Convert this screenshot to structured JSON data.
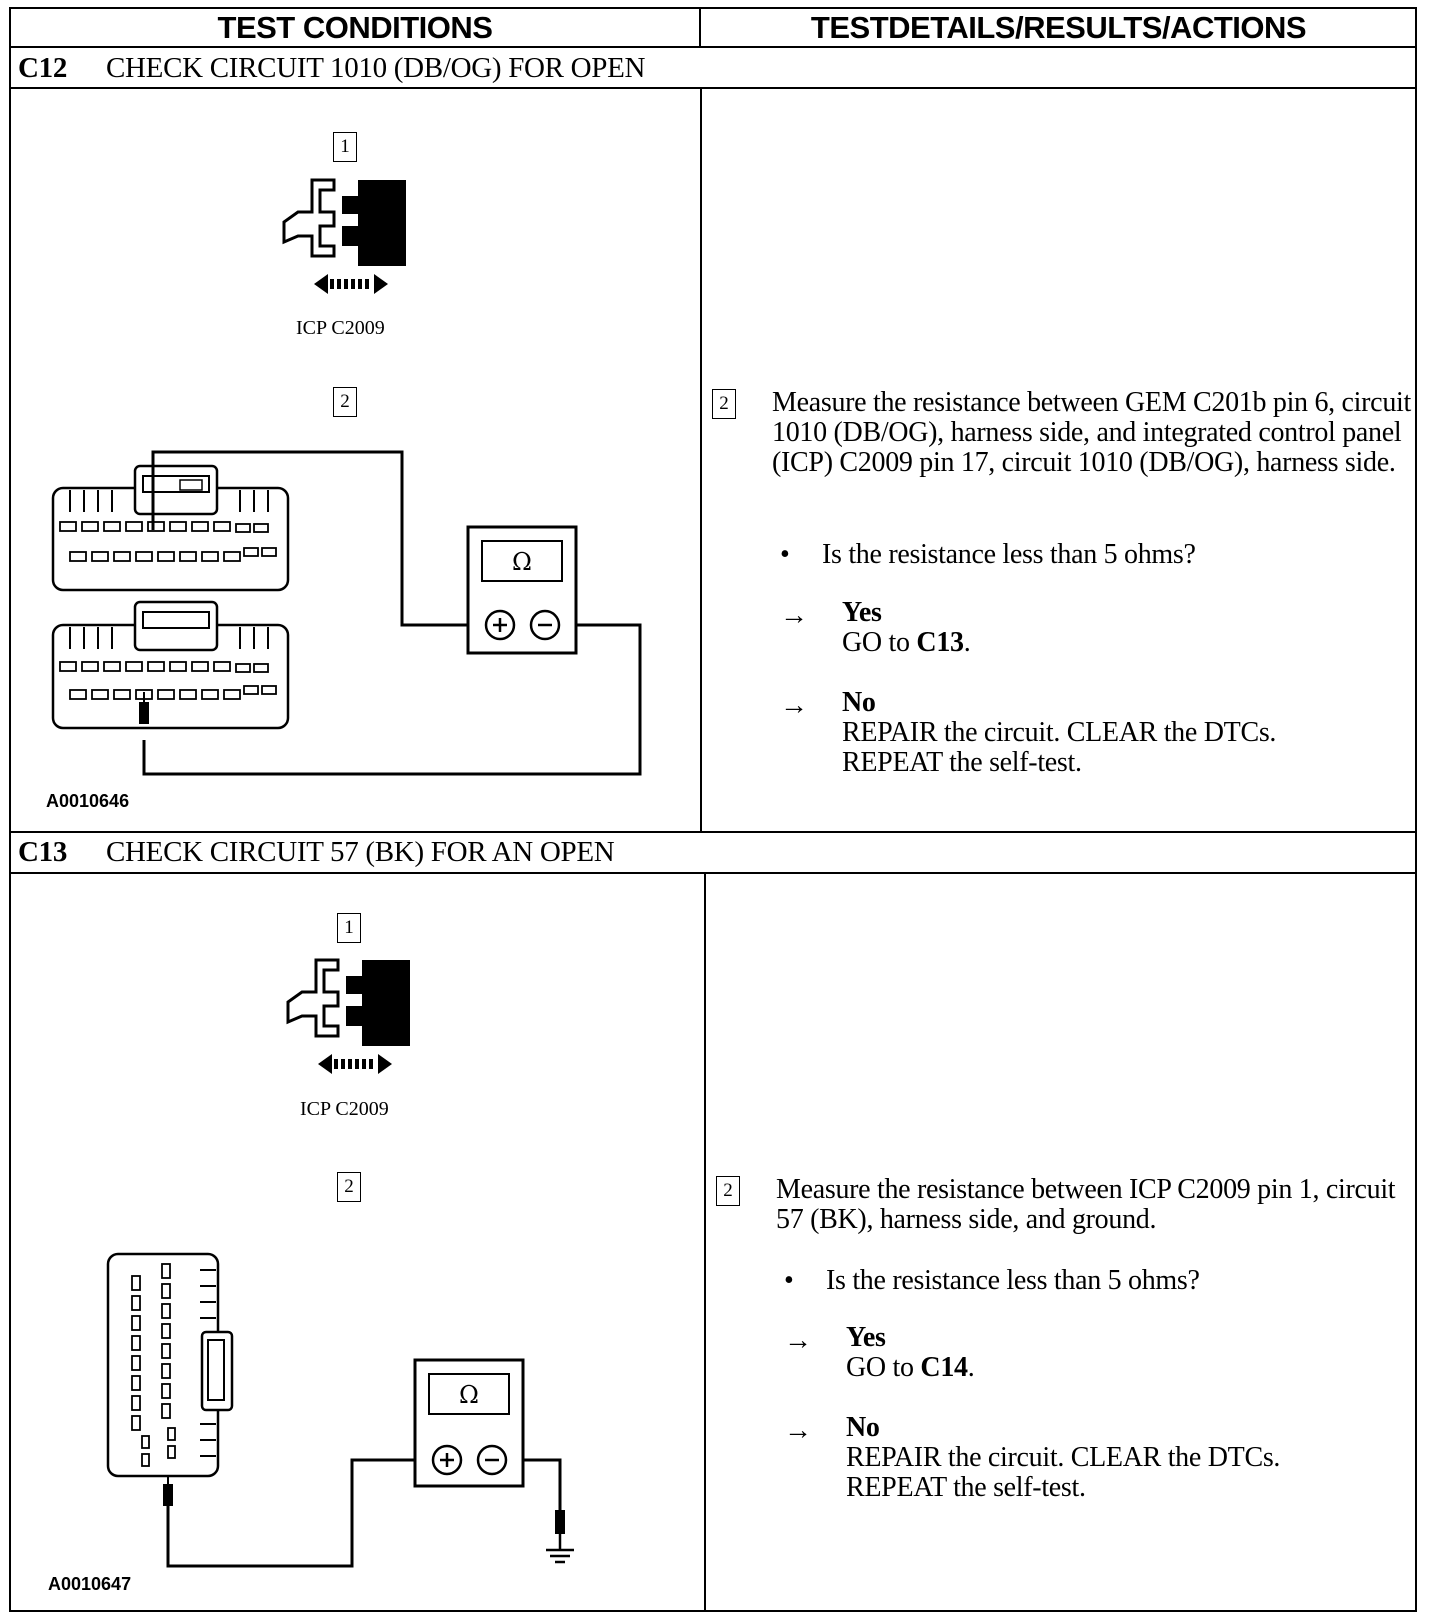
{
  "header": {
    "left": "TEST CONDITIONS",
    "right": "TESTDETAILS/RESULTS/ACTIONS"
  },
  "steps": [
    {
      "id": "C12",
      "title": "CHECK CIRCUIT 1010 (DB/OG) FOR OPEN",
      "step1_badge": "1",
      "connector_caption": "ICP C2009",
      "step2_badge": "2",
      "meter_symbol": "Ω",
      "figure_id": "A0010646",
      "action_badge": "2",
      "instruction": "Measure the resistance between GEM C201b pin 6, circuit 1010 (DB/OG), harness side, and integrated control panel (ICP) C2009 pin 17, circuit 1010 (DB/OG), harness side.",
      "question": "Is the resistance less than 5 ohms?",
      "yes_label": "Yes",
      "yes_action_prefix": "GO to ",
      "yes_action_target": "C13",
      "yes_action_suffix": ".",
      "no_label": "No",
      "no_action_line1": "REPAIR the circuit. CLEAR the DTCs.",
      "no_action_line2": "REPEAT the self-test."
    },
    {
      "id": "C13",
      "title": "CHECK CIRCUIT 57 (BK) FOR AN OPEN",
      "step1_badge": "1",
      "connector_caption": "ICP C2009",
      "step2_badge": "2",
      "meter_symbol": "Ω",
      "figure_id": "A0010647",
      "action_badge": "2",
      "instruction": "Measure the resistance between ICP C2009 pin 1, circuit 57 (BK), harness side, and ground.",
      "question": "Is the resistance less than 5 ohms?",
      "yes_label": "Yes",
      "yes_action_prefix": "GO to ",
      "yes_action_target": "C14",
      "yes_action_suffix": ".",
      "no_label": "No",
      "no_action_line1": "REPAIR the circuit. CLEAR the DTCs.",
      "no_action_line2": "REPEAT the self-test."
    }
  ],
  "glyphs": {
    "arrow": "→",
    "bullet": "•",
    "plus": "+",
    "minus": "−"
  },
  "icons": [
    "disconnect-connector-icon",
    "multimeter-icon",
    "ground-symbol-icon"
  ],
  "colors": {
    "ink": "#000000",
    "paper": "#ffffff"
  }
}
